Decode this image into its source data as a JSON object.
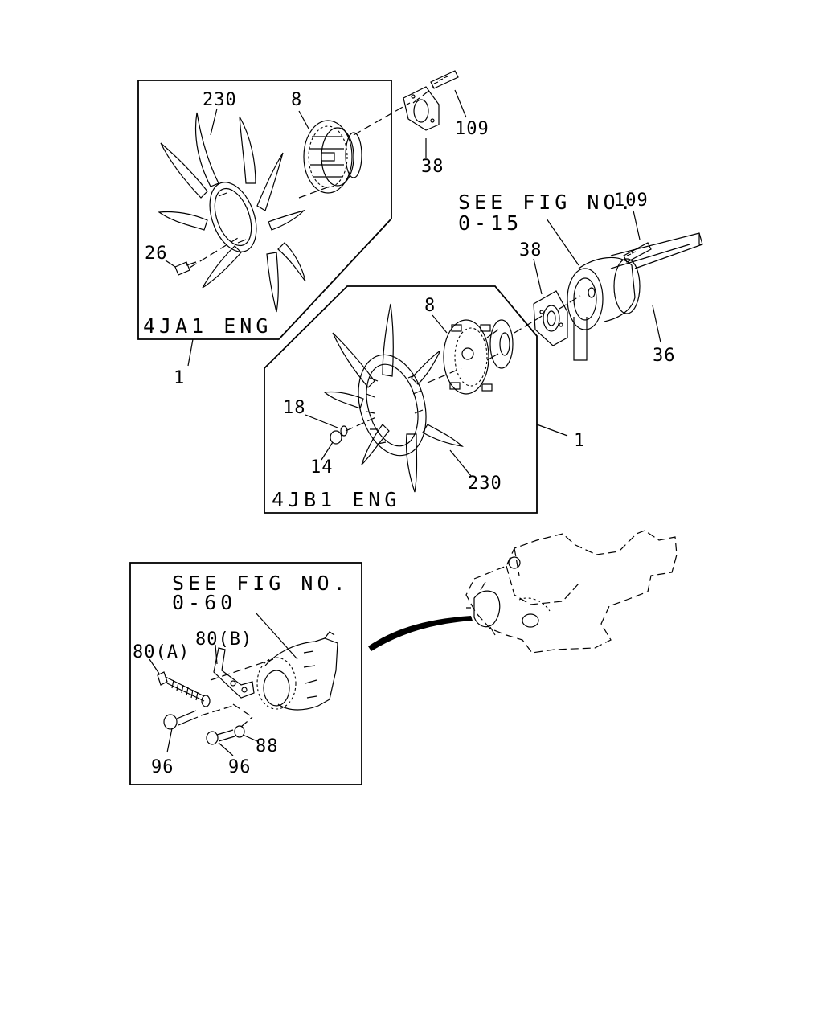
{
  "panels": {
    "top_left": {
      "engine_label": "4JA1 ENG",
      "callouts": {
        "fan": "230",
        "clutch": "8",
        "bolt": "26",
        "washer": "38",
        "stud": "109",
        "assembly": "1"
      }
    },
    "middle": {
      "engine_label": "4JB1 ENG",
      "callouts": {
        "fan": "230",
        "clutch": "8",
        "washer": "18",
        "nut": "14",
        "assembly": "1"
      }
    },
    "pulley": {
      "see_fig_line1": "SEE FIG NO.",
      "see_fig_line2": "0-15",
      "callouts": {
        "stud": "109",
        "washer": "38",
        "belt": "36"
      }
    },
    "bracket": {
      "see_fig_line1": "SEE FIG NO.",
      "see_fig_line2": "0-60",
      "callouts": {
        "bolt_a": "80(A)",
        "bolt_b": "80(B)",
        "bolt_96_left": "96",
        "bolt_96_right": "96",
        "washer": "88"
      }
    }
  },
  "icons": {
    "fan_blades": "fan-icon",
    "fan_clutch": "fan-clutch-icon",
    "engine": "engine-outline-icon",
    "alternator": "alternator-icon"
  }
}
